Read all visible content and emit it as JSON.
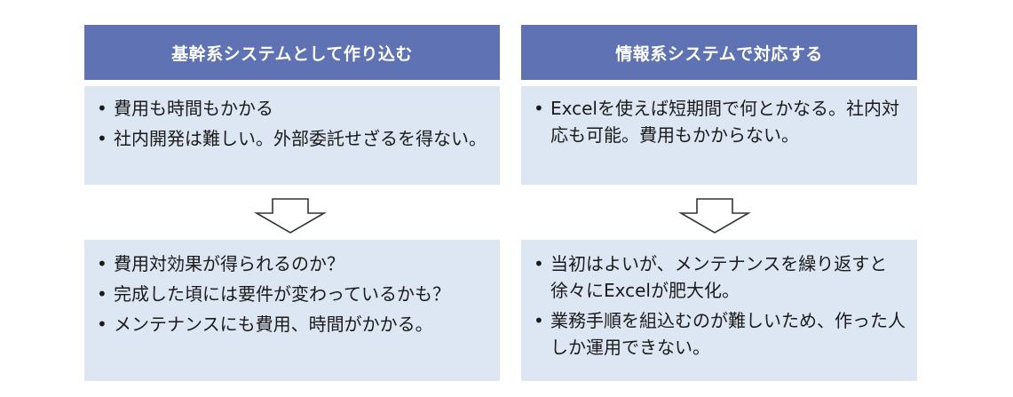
{
  "left": {
    "header": "基幹系システムとして作り込む",
    "top_items": [
      "費用も時間もかかる",
      "社内開発は難しい。外部委託せざるを得ない。"
    ],
    "bottom_items": [
      "費用対効果が得られるのか？",
      "完成した頃には要件が変わっているかも？",
      "メンテナンスにも費用、時間がかかる。"
    ]
  },
  "right": {
    "header": "情報系システムで対応する",
    "top_items": [
      "Excelを使えば短期間で何とかなる。社内対応も可能。費用もかからない。"
    ],
    "bottom_items": [
      "当初はよいが、メンテナンスを繰り返すと徐々にExcelが肥大化。",
      "業務手順を組込むのが難しいため、作った人しか運用できない。"
    ]
  },
  "colors": {
    "header_bg": "#5e72b4",
    "box_bg": "#dde7f3",
    "arrow_stroke": "#333333"
  }
}
